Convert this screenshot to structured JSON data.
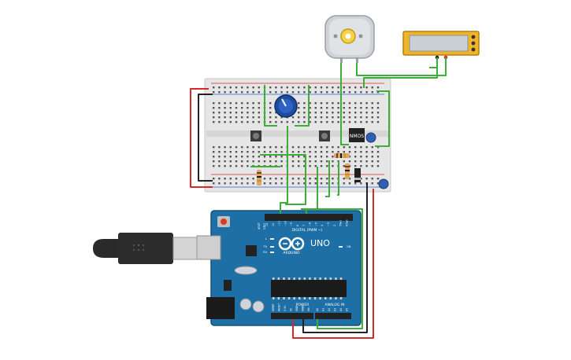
{
  "meter": {
    "display": ""
  },
  "chip": {
    "label": "NMOS"
  },
  "arduino": {
    "brand": "UNO",
    "brand_sub": "ARDUINO",
    "digital_label": "DIGITAL (PWM ~)",
    "power_label": "POWER",
    "analog_label": "ANALOG IN",
    "aref": "AREF",
    "gnd": "GND",
    "on_label": "ON",
    "tx_label": "TX",
    "rx_label": "RX",
    "l_label": "L",
    "digital_pins": [
      "13",
      "12",
      "~11",
      "~10",
      "~9",
      "8",
      "7",
      "~6",
      "~5",
      "4",
      "~3",
      "2",
      "TX▸1",
      "RX◂0"
    ],
    "power_pins": [
      "IOREF",
      "RESET",
      "3.3V",
      "5V",
      "GND",
      "GND",
      "Vin"
    ],
    "analog_pins": [
      "A0",
      "A1",
      "A2",
      "A3",
      "A4",
      "A5"
    ]
  },
  "colors": {
    "board_blue": "#1d6fa5",
    "board_dark": "#13507a",
    "wire_green": "#3dae3a",
    "wire_red": "#d62a2a",
    "wire_black": "#222222",
    "meter_yellow": "#f0b429",
    "breadboard": "#e6e6e6"
  }
}
